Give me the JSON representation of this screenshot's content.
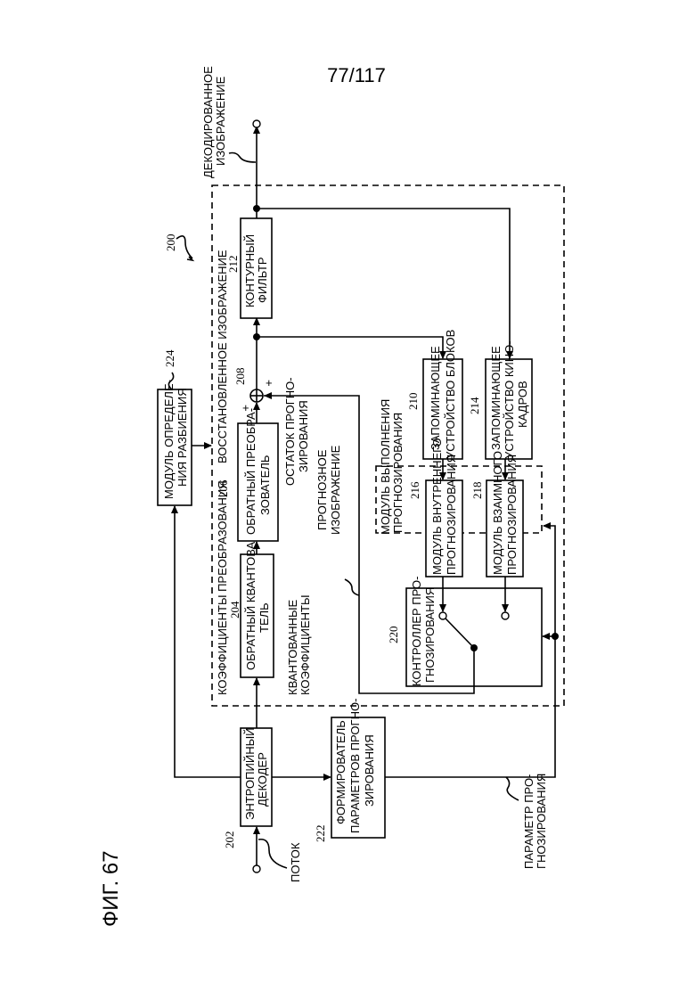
{
  "page": {
    "page_number": "77/117",
    "figure_label": "ФИГ. 67"
  },
  "diagram": {
    "ref_decoder": "200",
    "blocks": {
      "entropy_decoder": {
        "ref": "202",
        "line1": "ЭНТРОПИЙНЫЙ",
        "line2": "ДЕКОДЕР"
      },
      "inverse_quantizer": {
        "ref": "204",
        "line1": "ОБРАТНЫЙ КВАНТОВА-",
        "line2": "ТЕЛЬ"
      },
      "inverse_transformer": {
        "ref": "206",
        "line1": "ОБРАТНЫЙ ПРЕОБРА-",
        "line2": "ЗОВАТЕЛЬ"
      },
      "adder": {
        "ref": "208"
      },
      "block_memory": {
        "ref": "210",
        "line1": "ЗАПОМИНАЮЩЕЕ",
        "line2": "УСТРОЙСТВО БЛОКОВ"
      },
      "loop_filter": {
        "ref": "212",
        "line1": "КОНТУРНЫЙ",
        "line2": "ФИЛЬТР"
      },
      "frame_memory": {
        "ref": "214",
        "line1": "ЗАПОМИНАЮЩЕЕ",
        "line2": "УСТРОЙСТВО КИНО-",
        "line3": "КАДРОВ"
      },
      "intra_predictor": {
        "ref": "216",
        "line1": "МОДУЛЬ ВНУТРЕННЕГО",
        "line2": "ПРОГНОЗИРОВАНИЯ"
      },
      "inter_predictor": {
        "ref": "218",
        "line1": "МОДУЛЬ ВЗАИМНОГО",
        "line2": "ПРОГНОЗИРОВАНИЯ"
      },
      "prediction_controller": {
        "ref": "220",
        "line1": "КОНТРОЛЛЕР ПРО-",
        "line2": "ГНОЗИРОВАНИЯ"
      },
      "prediction_param_generator": {
        "ref": "222",
        "line1": "ФОРМИРОВАТЕЛЬ",
        "line2": "ПАРАМЕТРОВ ПРОГНО-",
        "line3": "ЗИРОВАНИЯ"
      },
      "split_determiner": {
        "ref": "224",
        "line1": "МОДУЛЬ ОПРЕДЕЛЕ-",
        "line2": "НИЯ РАЗБИЕНИЯ"
      },
      "prediction_executor": {
        "line1": "МОДУЛЬ ВЫПОЛНЕНИЯ",
        "line2": "ПРОГНОЗИРОВАНИЯ"
      }
    },
    "signals": {
      "stream": "ПОТОК",
      "quantized_coeffs_1": "КВАНТОВАННЫЕ",
      "quantized_coeffs_2": "КОЭФФИЦИЕНТЫ",
      "transform_coeffs": "КОЭФФИЦИЕНТЫ ПРЕОБРАЗОВАНИЯ",
      "prediction_residual_1": "ОСТАТОК ПРОГНО-",
      "prediction_residual_2": "ЗИРОВАНИЯ",
      "reconstructed_image": "ВОССТАНОВЛЕННОЕ ИЗОБРАЖЕНИЕ",
      "predicted_image_1": "ПРОГНОЗНОЕ",
      "predicted_image_2": "ИЗОБРАЖЕНИЕ",
      "decoded_image_1": "ДЕКОДИРОВАННОЕ",
      "decoded_image_2": "ИЗОБРАЖЕНИЕ",
      "prediction_param_1": "ПАРАМЕТР ПРО-",
      "prediction_param_2": "ГНОЗИРОВАНИЯ",
      "plus": "+"
    }
  }
}
